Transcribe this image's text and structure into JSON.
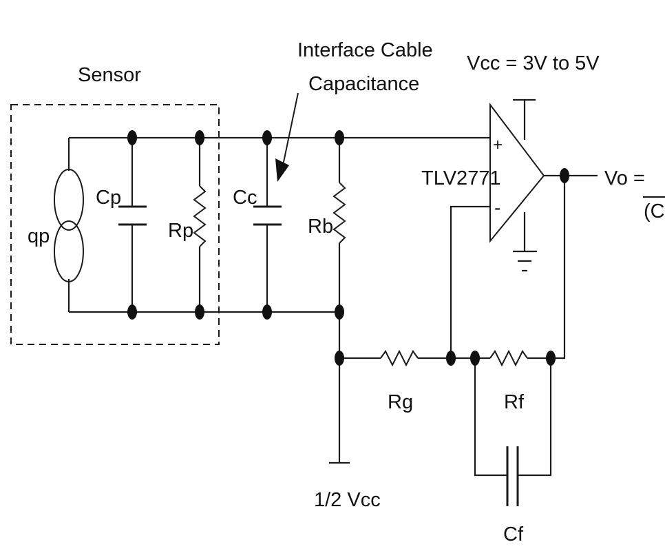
{
  "labels": {
    "sensor": "Sensor",
    "cable_line1": "Interface Cable",
    "cable_line2": "Capacitance",
    "vcc": "Vcc = 3V to 5V",
    "opamp": "TLV2771",
    "plus": "+",
    "minus": "-",
    "vo": "Vo =",
    "vo_denominator": "(C|",
    "qp": "qp",
    "cp": "Cp",
    "rp": "Rp",
    "cc": "Cc",
    "rb": "Rb",
    "rg": "Rg",
    "rf": "Rf",
    "cf": "Cf",
    "half_vcc": "1/2 Vcc"
  }
}
